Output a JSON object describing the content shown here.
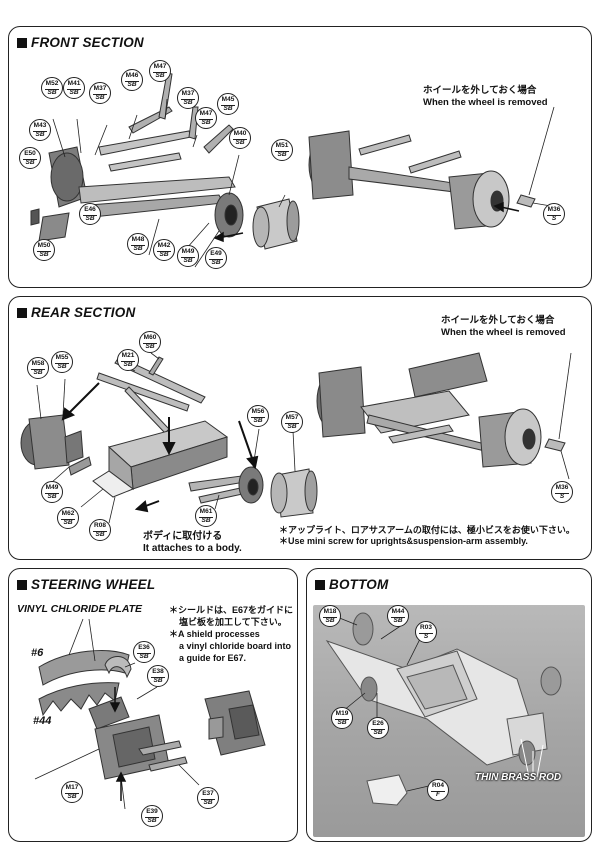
{
  "front": {
    "title": "FRONT SECTION",
    "note_jp": "ホイールを外しておく場合",
    "note_en": "When the wheel is removed",
    "badges": [
      {
        "code": "M52",
        "type": "SB"
      },
      {
        "code": "M41",
        "type": "SB"
      },
      {
        "code": "M37",
        "type": "SB"
      },
      {
        "code": "M46",
        "type": "SB"
      },
      {
        "code": "M47",
        "type": "SB"
      },
      {
        "code": "M37",
        "type": "SB"
      },
      {
        "code": "M47",
        "type": "SB"
      },
      {
        "code": "M45",
        "type": "SB"
      },
      {
        "code": "M40",
        "type": "SB"
      },
      {
        "code": "M43",
        "type": "SB"
      },
      {
        "code": "E50",
        "type": "SB"
      },
      {
        "code": "E46",
        "type": "SB"
      },
      {
        "code": "M50",
        "type": "SB"
      },
      {
        "code": "M48",
        "type": "SB"
      },
      {
        "code": "M42",
        "type": "SB"
      },
      {
        "code": "M49",
        "type": "SB"
      },
      {
        "code": "E49",
        "type": "SB"
      },
      {
        "code": "M51",
        "type": "SB"
      },
      {
        "code": "M36",
        "type": "S"
      }
    ]
  },
  "rear": {
    "title": "REAR SECTION",
    "note_jp": "ホイールを外しておく場合",
    "note_en": "When the wheel is removed",
    "body_jp": "ボディに取付ける",
    "body_en": "It attaches to a body.",
    "screw_jp": "＊アップライト、ロアサスアームの取付には、極小ビスをお使い下さい。",
    "screw_en": "＊Use mini screw for uprights&suspension-arm assembly.",
    "badges": [
      {
        "code": "M58",
        "type": "SB"
      },
      {
        "code": "M55",
        "type": "SB"
      },
      {
        "code": "M21",
        "type": "SB"
      },
      {
        "code": "M60",
        "type": "SB"
      },
      {
        "code": "M56",
        "type": "SB"
      },
      {
        "code": "M57",
        "type": "SB"
      },
      {
        "code": "M49",
        "type": "SB"
      },
      {
        "code": "M62",
        "type": "SB"
      },
      {
        "code": "R08",
        "type": "SB"
      },
      {
        "code": "M61",
        "type": "SB"
      },
      {
        "code": "M36",
        "type": "S"
      }
    ]
  },
  "steering": {
    "title": "STEERING WHEEL",
    "plate": "VINYL CHLORIDE PLATE",
    "n6": "#6",
    "n44": "#44",
    "shield_jp1": "＊シールドは、E67をガイドに",
    "shield_jp2": "塩ビ板を加工して下さい。",
    "shield_en1": "＊A shield processes",
    "shield_en2": "a vinyl chloride board into",
    "shield_en3": "a guide for E67.",
    "badges": [
      {
        "code": "E36",
        "type": "SB"
      },
      {
        "code": "E38",
        "type": "SB"
      },
      {
        "code": "M17",
        "type": "SB"
      },
      {
        "code": "E37",
        "type": "SB"
      },
      {
        "code": "E39",
        "type": "SB"
      }
    ]
  },
  "bottom": {
    "title": "BOTTOM",
    "brass": "THIN BRASS ROD",
    "badges": [
      {
        "code": "M18",
        "type": "SB"
      },
      {
        "code": "M44",
        "type": "SB"
      },
      {
        "code": "R03",
        "type": "S"
      },
      {
        "code": "M19",
        "type": "SB"
      },
      {
        "code": "E26",
        "type": "SB"
      },
      {
        "code": "R04",
        "type": "F"
      }
    ]
  }
}
